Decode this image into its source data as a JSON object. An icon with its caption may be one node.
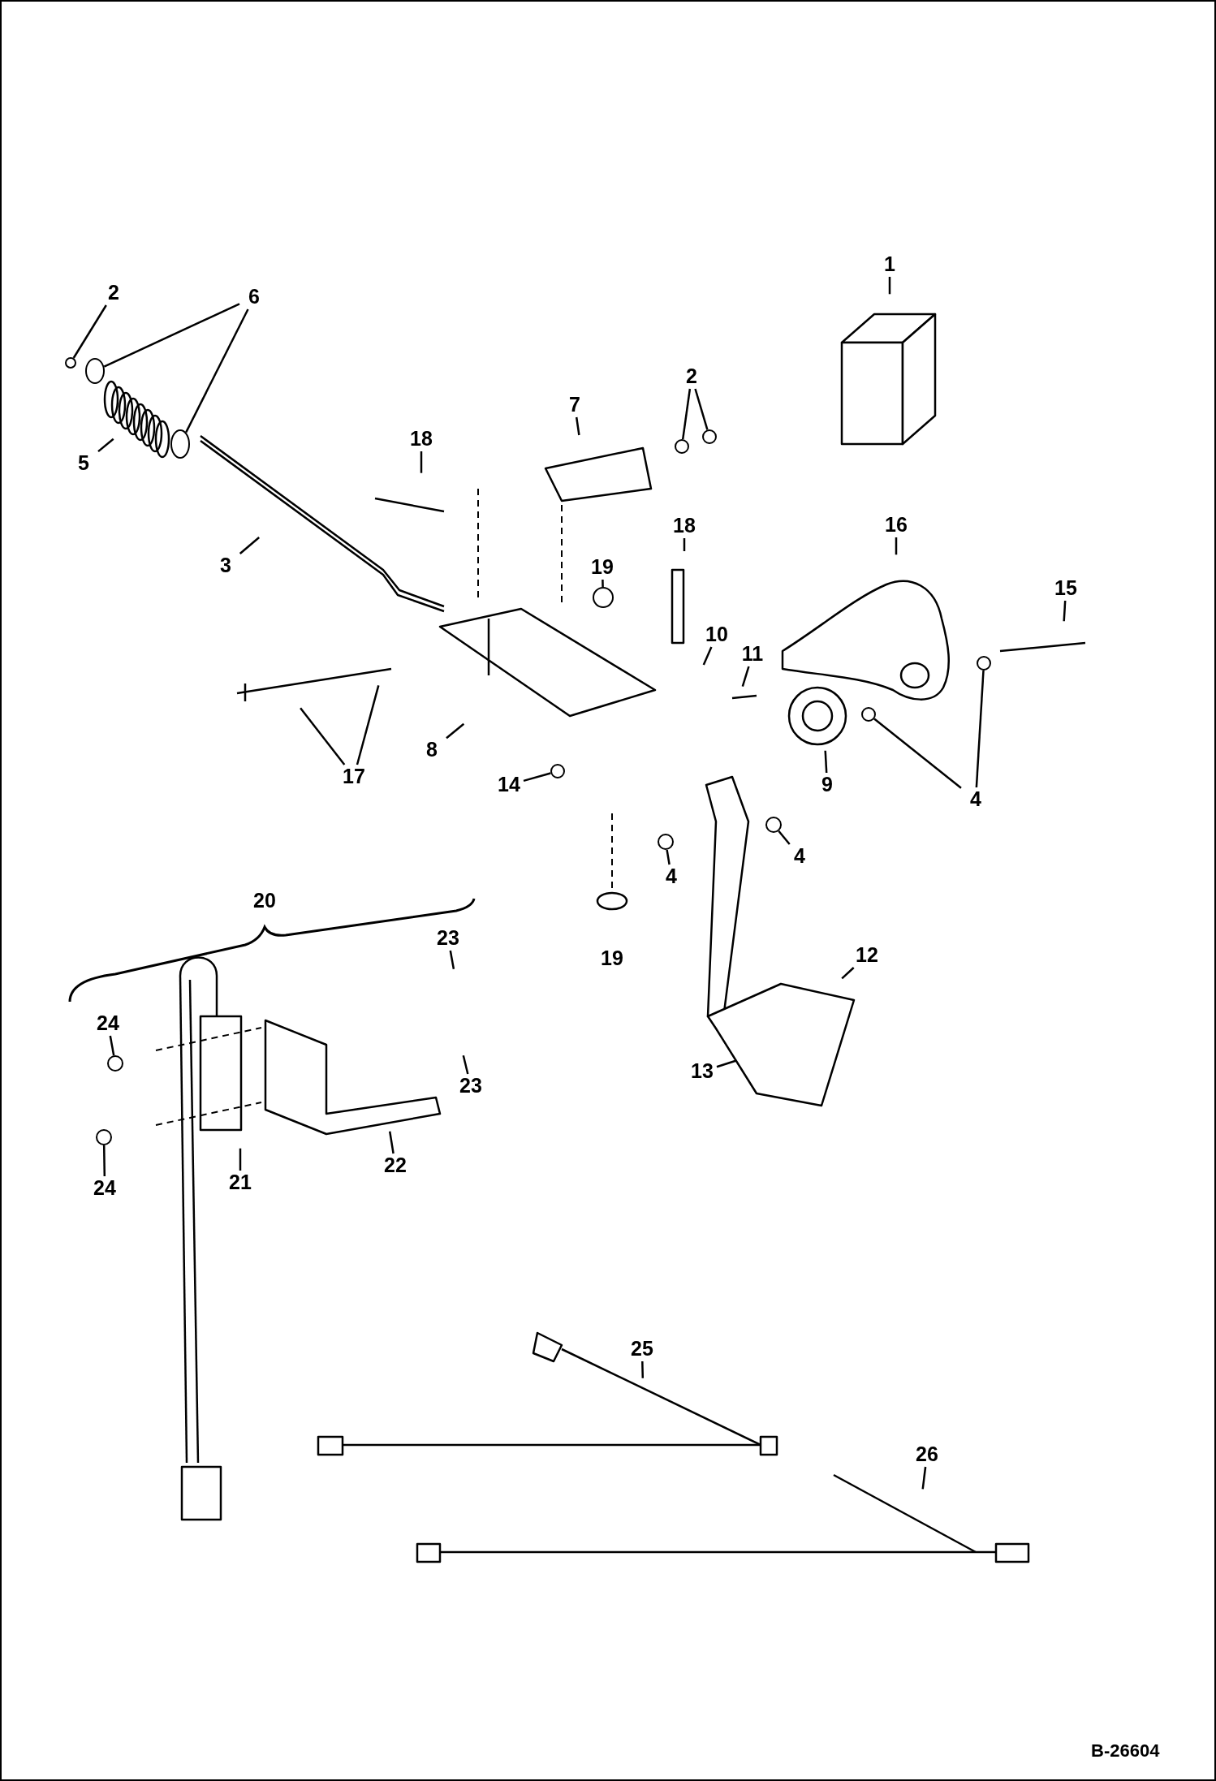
{
  "diagram": {
    "nodes": [
      {
        "text": [
          "1"
        ]
      },
      {
        "text": [
          "2"
        ]
      },
      {
        "text": [
          "6"
        ]
      },
      {
        "text": [
          "2"
        ]
      },
      {
        "text": [
          "7"
        ]
      },
      {
        "text": [
          "18"
        ]
      },
      {
        "text": [
          "5"
        ]
      },
      {
        "text": [
          "16"
        ]
      },
      {
        "text": [
          "18"
        ]
      },
      {
        "text": [
          "3"
        ]
      },
      {
        "text": [
          "19"
        ]
      },
      {
        "text": [
          "15"
        ]
      },
      {
        "text": [
          "10"
        ]
      },
      {
        "text": [
          "11"
        ]
      },
      {
        "text": [
          "8"
        ]
      },
      {
        "text": [
          "17"
        ]
      },
      {
        "text": [
          "14"
        ]
      },
      {
        "text": [
          "9"
        ]
      },
      {
        "text": [
          "4"
        ]
      },
      {
        "text": [
          "4"
        ]
      },
      {
        "text": [
          "4"
        ]
      },
      {
        "text": [
          "20"
        ]
      },
      {
        "text": [
          "19"
        ]
      },
      {
        "text": [
          "23"
        ]
      },
      {
        "text": [
          "12"
        ]
      },
      {
        "text": [
          "24"
        ]
      },
      {
        "text": [
          "13"
        ]
      },
      {
        "text": [
          "23"
        ]
      },
      {
        "text": [
          "22"
        ]
      },
      {
        "text": [
          "21"
        ]
      },
      {
        "text": [
          "24"
        ]
      },
      {
        "text": [
          "25"
        ]
      },
      {
        "text": [
          "26"
        ]
      },
      {
        "text": [],
        "shape": "circle"
      },
      {
        "text": [],
        "shape": "circle"
      },
      {
        "text": [],
        "shape": "circle"
      },
      {
        "text": [],
        "shape": "circle"
      },
      {
        "text": [],
        "shape": "circle"
      },
      {
        "text": [],
        "shape": "circle"
      },
      {
        "text": [],
        "shape": "circle"
      },
      {
        "text": [],
        "shape": "circle"
      },
      {
        "text": [],
        "shape": "circle"
      },
      {
        "text": [],
        "shape": "circle"
      },
      {
        "text": [],
        "shape": "circle"
      },
      {
        "text": [],
        "shape": "circle"
      },
      {
        "text": [],
        "shape": "circle"
      }
    ],
    "edges": [
      {
        "from": 0,
        "to": null,
        "arrow": "none"
      },
      {
        "from": 1,
        "to": 33,
        "arrow": "none"
      },
      {
        "from": 2,
        "to": 34,
        "arrow": "none"
      },
      {
        "from": 2,
        "to": 35,
        "arrow": "none"
      },
      {
        "from": 3,
        "to": 36,
        "arrow": "none"
      },
      {
        "from": 3,
        "to": 37,
        "arrow": "none"
      },
      {
        "from": 4,
        "to": null,
        "arrow": "none"
      },
      {
        "from": 5,
        "to": null,
        "arrow": "none"
      },
      {
        "from": 6,
        "to": null,
        "arrow": "none"
      },
      {
        "from": 7,
        "to": null,
        "arrow": "none"
      },
      {
        "from": 8,
        "to": null,
        "arrow": "none"
      },
      {
        "from": 9,
        "to": null,
        "arrow": "none"
      },
      {
        "from": 10,
        "to": 38,
        "arrow": "none"
      },
      {
        "from": 11,
        "to": null,
        "arrow": "none"
      },
      {
        "from": 12,
        "to": null,
        "arrow": "none"
      },
      {
        "from": 13,
        "to": null,
        "arrow": "none"
      },
      {
        "from": 14,
        "to": null,
        "arrow": "none"
      },
      {
        "from": 15,
        "to": null,
        "arrow": "none"
      },
      {
        "from": 15,
        "to": null,
        "arrow": "none"
      },
      {
        "from": 16,
        "to": 39,
        "arrow": "none"
      },
      {
        "from": 17,
        "to": null,
        "arrow": "none"
      },
      {
        "from": 18,
        "to": 40,
        "arrow": "none"
      },
      {
        "from": 18,
        "to": 41,
        "arrow": "none"
      },
      {
        "from": 19,
        "to": 42,
        "arrow": "none"
      },
      {
        "from": 20,
        "to": 43,
        "arrow": "none"
      },
      {
        "from": 23,
        "to": null,
        "arrow": "none"
      },
      {
        "from": 24,
        "to": null,
        "arrow": "none"
      },
      {
        "from": 25,
        "to": 44,
        "arrow": "none"
      },
      {
        "from": 26,
        "to": null,
        "arrow": "none"
      },
      {
        "from": 27,
        "to": null,
        "arrow": "none"
      },
      {
        "from": 28,
        "to": null,
        "arrow": "none"
      },
      {
        "from": 29,
        "to": null,
        "arrow": "none"
      },
      {
        "from": 30,
        "to": 45,
        "arrow": "none"
      },
      {
        "from": 31,
        "to": null,
        "arrow": "none"
      },
      {
        "from": 32,
        "to": null,
        "arrow": "none"
      }
    ],
    "labels": [
      "B-26604"
    ]
  }
}
